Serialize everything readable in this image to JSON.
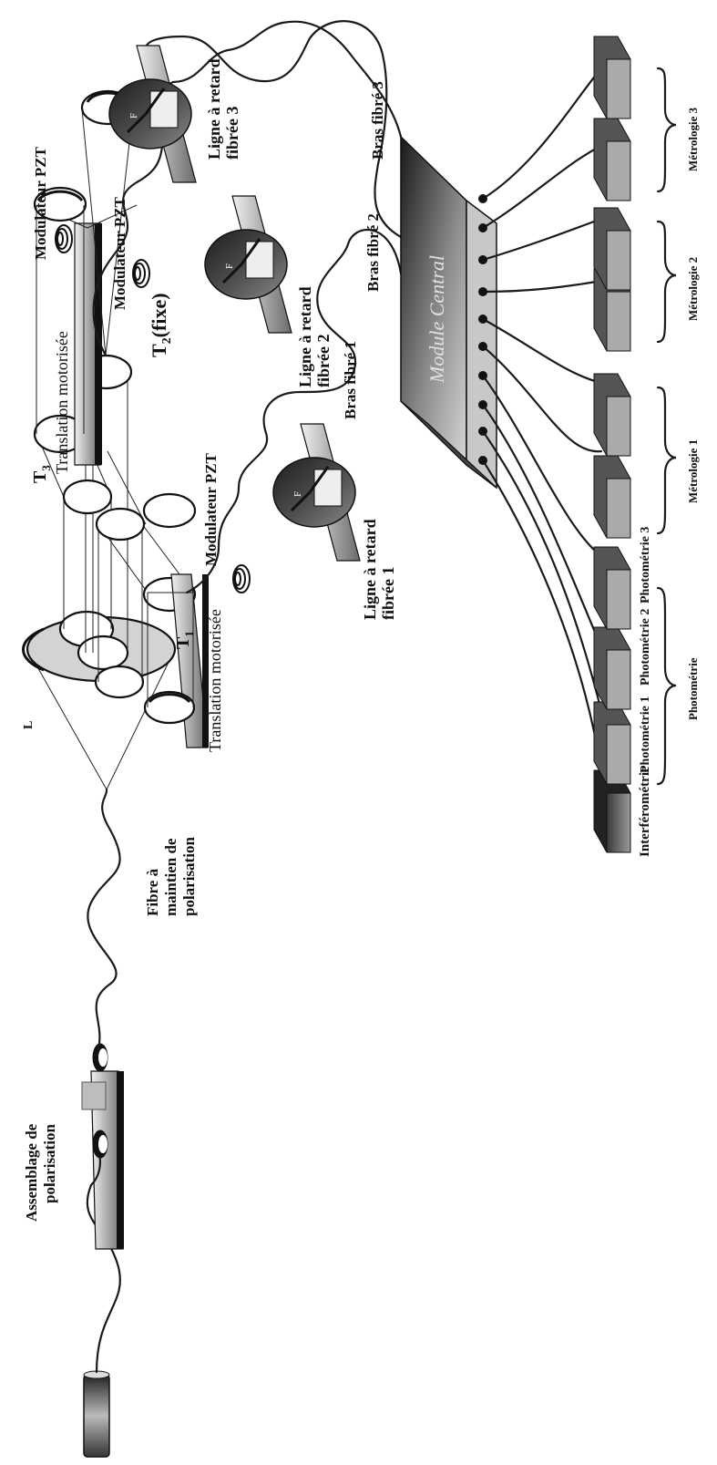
{
  "labels": {
    "assemblage_l1": "Assemblage de",
    "assemblage_l2": "polarisation",
    "fibre_l1": "Fibre à",
    "fibre_l2": "maintien de",
    "fibre_l3": "polarisation",
    "lens": "L",
    "t1": "T",
    "t1_sub": "1",
    "t2": "T",
    "t2_sub": "2",
    "t2_rest": "(fixe)",
    "t3": "T",
    "t3_sub": "3",
    "translation_top": "Translation motorisée",
    "translation_bottom": "Translation motorisée",
    "pzt_1": "Modulateur PZT",
    "pzt_2": "Modulateur PZT",
    "pzt_3": "Modulateur PZT",
    "ligne1_l1": "Ligne à retard",
    "ligne1_l2": "fibrée 1",
    "ligne2_l1": "Ligne à retard",
    "ligne2_l2": "fibrée 2",
    "ligne3_l1": "Ligne à retard",
    "ligne3_l2": "fibrée 3",
    "delay_f": "F",
    "bras1": "Bras fibré 1",
    "bras2": "Bras fibré 2",
    "bras3": "Bras fibré 3",
    "module": "Module Central",
    "interfero": "Interférométrie",
    "photo1": "Photométrie 1",
    "photo2": "Photométrie 2",
    "photo3": "Photométrie 3",
    "photometrie": "Photométrie",
    "metro1": "Métrologie 1",
    "metro2": "Métrologie 2",
    "metro3": "Métrologie 3"
  }
}
